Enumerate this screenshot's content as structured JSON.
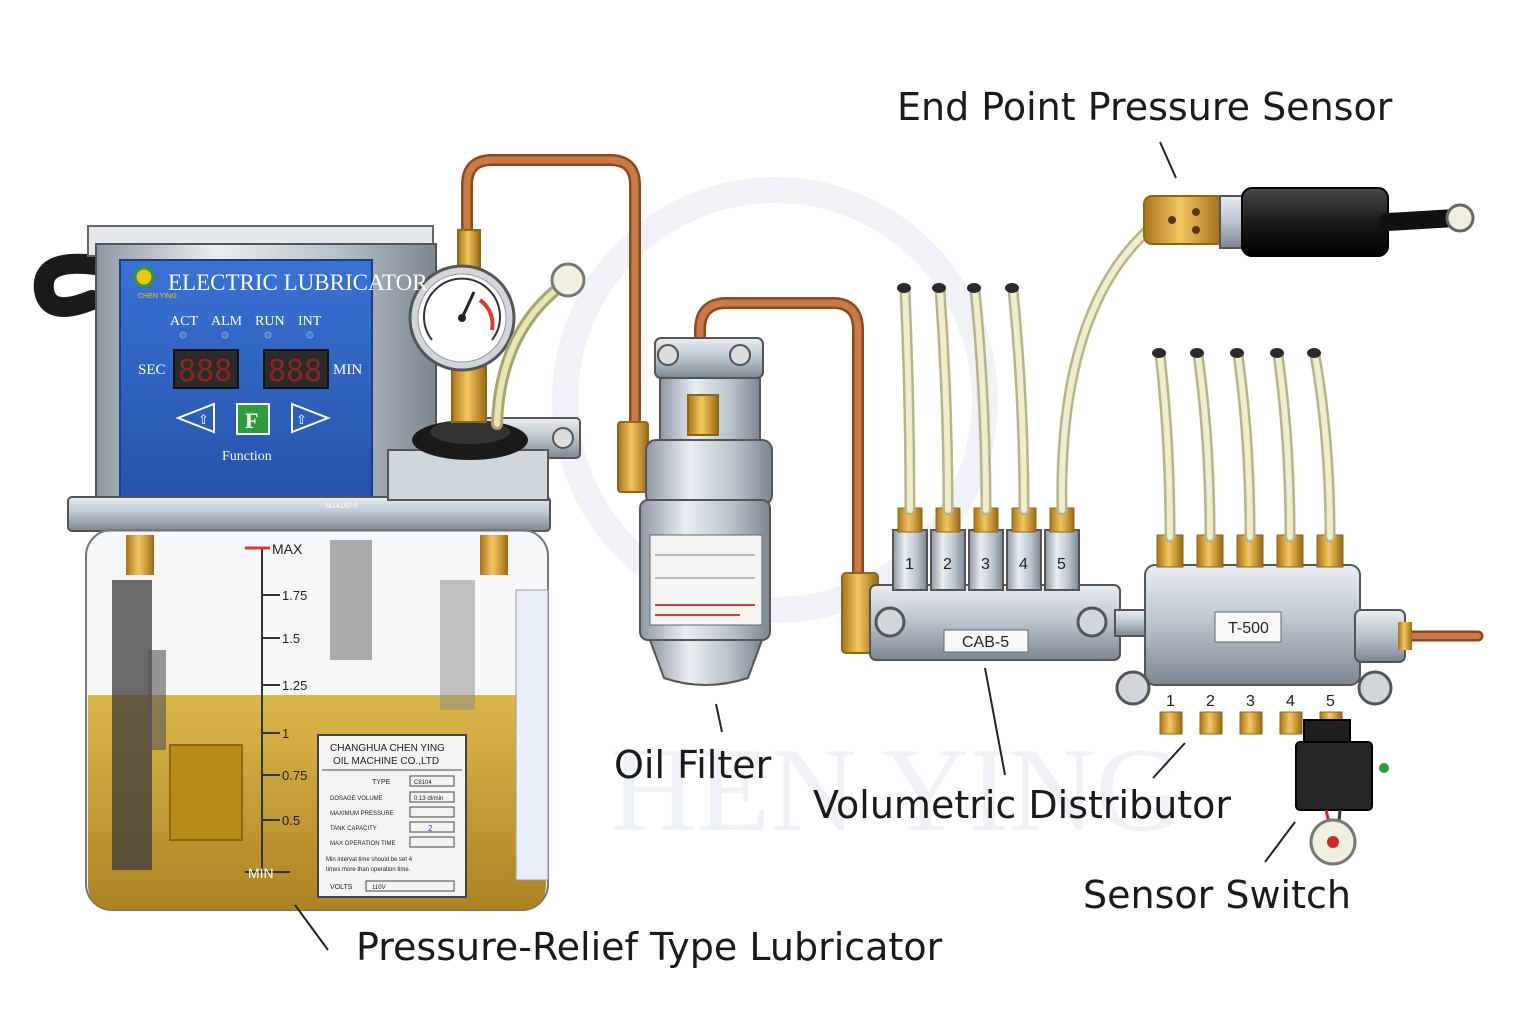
{
  "callouts": {
    "end_point_pressure_sensor": "End Point Pressure Sensor",
    "oil_filter": "Oil Filter",
    "volumetric_distributor": "Volumetric Distributor",
    "sensor_switch": "Sensor Switch",
    "pressure_relief_lubricator": "Pressure-Relief Type Lubricator"
  },
  "control_panel": {
    "title": "ELECTRIC LUBRICATOR",
    "brand": "CHEN YING",
    "indicators": [
      "ACT",
      "ALM",
      "RUN",
      "INT"
    ],
    "left_display": "888",
    "right_display": "888",
    "left_unit": "SEC",
    "right_unit": "MIN",
    "function_key": "F",
    "function_label": "Function",
    "model": "M14142-2"
  },
  "tank_scale": {
    "max_label": "MAX",
    "min_label": "MIN",
    "marks": [
      "1.75",
      "1.5",
      "1.25",
      "1",
      "0.75",
      "0.5"
    ]
  },
  "nameplate": {
    "company_line1": "CHANGHUA CHEN YING",
    "company_line2": "OIL MACHINE CO.,LTD",
    "rows": [
      {
        "label": "TYPE",
        "value": "C8104"
      },
      {
        "label": "DOSAGE VOLUME",
        "value": "0.13 dl/min"
      },
      {
        "label": "MAXIMUM PRESSURE",
        "value": ""
      },
      {
        "label": "TANK CAPACITY",
        "value": "2"
      },
      {
        "label": "MAX OPERATION TIME",
        "value": ""
      }
    ],
    "note_line1": "Min interval time should be set 4",
    "note_line2": "times more than operation time.",
    "volts_label": "VOLTS",
    "volts_value": "110V"
  },
  "distributor_left": {
    "name": "CAB-5",
    "ports": [
      "1",
      "2",
      "3",
      "4",
      "5"
    ]
  },
  "distributor_right": {
    "name": "T-500",
    "ports": [
      "1",
      "2",
      "3",
      "4",
      "5"
    ]
  },
  "colors": {
    "panel_blue": "#2d62c3",
    "oil_amber": "#c9a024",
    "copper_tube": "#b8683a",
    "brass": "#d9a23a",
    "steel": "#b9c3cc",
    "led_red": "#e03a2f",
    "function_green": "#2e9b3e"
  }
}
